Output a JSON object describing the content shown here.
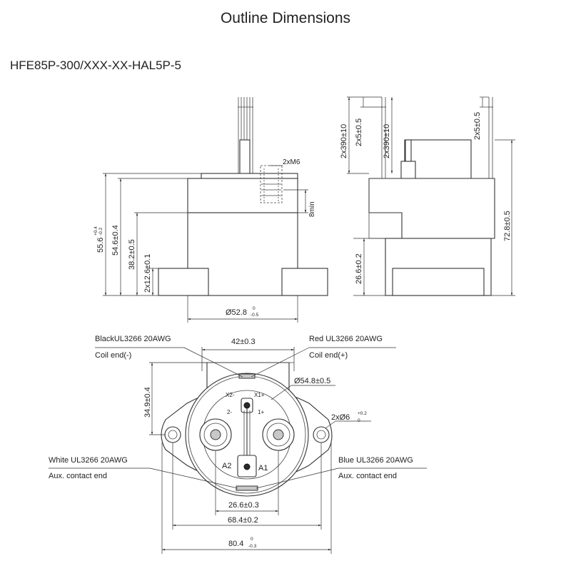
{
  "header": {
    "title": "Outline Dimensions",
    "model": "HFE85P-300/XXX-XX-HAL5P-5"
  },
  "front_view": {
    "screw_label": "2xM6",
    "depth_label": "8min",
    "height_total": "55.6",
    "height_total_tol_upper": "+0.4",
    "height_total_tol_lower": "-0.2",
    "height_body": "54.6±0.4",
    "height_flange": "38.2±0.5",
    "height_foot": "2x12.6±0.1",
    "width_diameter": "Ø52.8",
    "width_tol_upper": "0",
    "width_tol_lower": "-0.5"
  },
  "side_view": {
    "lead_length_1": "2x390±10",
    "lead_strip_1": "2x5±0.5",
    "lead_length_2": "2x390±10",
    "lead_strip_2": "2x5±0.5",
    "height_total": "72.8±0.5",
    "height_lower": "26.6±0.2"
  },
  "bottom_view": {
    "wire_black": "BlackUL3266 20AWG",
    "wire_black_desc": "Coil end(-)",
    "wire_red": "Red UL3266 20AWG",
    "wire_red_desc": "Coil end(+)",
    "wire_white": "White UL3266 20AWG",
    "wire_white_desc": "Aux. contact end",
    "wire_blue": "Blue UL3266 20AWG",
    "wire_blue_desc": "Aux. contact end",
    "tab_width": "42±0.3",
    "tab_depth": "34.9±0.4",
    "body_diameter": "Ø54.8±0.5",
    "hole_label": "2xØ6",
    "hole_tol_upper": "+0.2",
    "hole_tol_lower": "0",
    "pin_x2m": "X2-",
    "pin_x1p": "X1+",
    "pin_m": "2-",
    "pin_p": "1+",
    "term_a2": "A2",
    "term_a1": "A1",
    "terminal_spacing": "26.6±0.3",
    "hole_spacing": "68.4±0.2",
    "overall_width": "80.4",
    "overall_tol_upper": "0",
    "overall_tol_lower": "-0.3"
  }
}
